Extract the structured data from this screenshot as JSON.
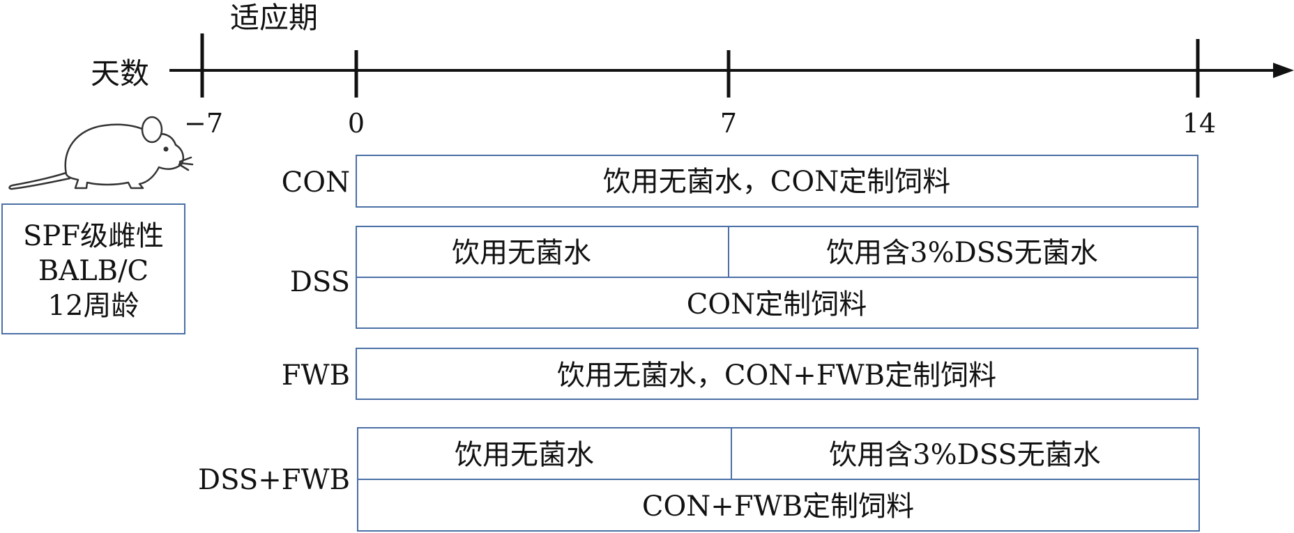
{
  "axis": {
    "label": "天数",
    "period_label": "适应期",
    "ticks": [
      {
        "value": "−7"
      },
      {
        "value": "0"
      },
      {
        "value": "7"
      },
      {
        "value": "14"
      }
    ]
  },
  "mouse_box": {
    "lines": [
      "SPF级雌性",
      "BALB/C",
      "12周龄"
    ]
  },
  "groups": {
    "con": {
      "label": "CON",
      "bar": "饮用无菌水，CON定制饲料"
    },
    "dss": {
      "label": "DSS",
      "water_first": "饮用无菌水",
      "water_second": "饮用含3%DSS无菌水",
      "feed": "CON定制饲料"
    },
    "fwb": {
      "label": "FWB",
      "bar": "饮用无菌水，CON+FWB定制饲料"
    },
    "dss_fwb": {
      "label": "DSS+FWB",
      "water_first": "饮用无菌水",
      "water_second": "饮用含3%DSS无菌水",
      "feed": "CON+FWB定制饲料"
    }
  },
  "colors": {
    "box_border": "#4a6fa5",
    "text": "#111111"
  }
}
